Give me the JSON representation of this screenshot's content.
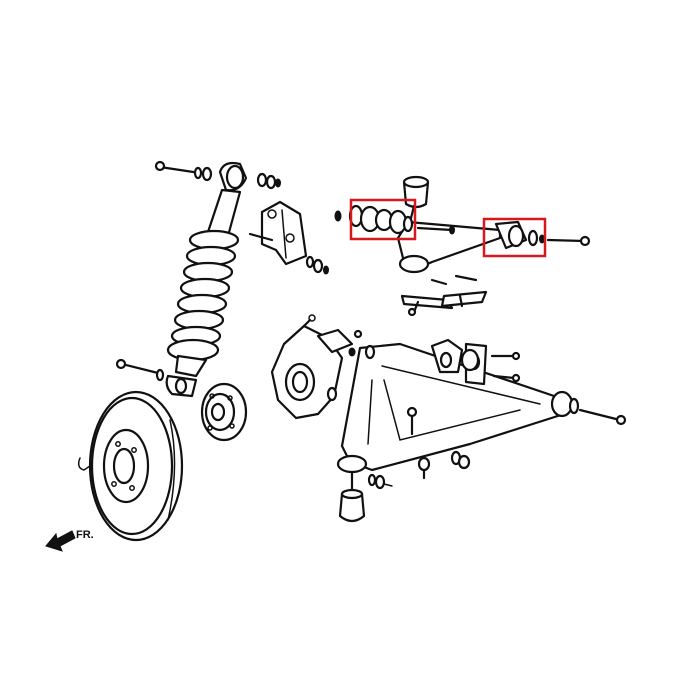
{
  "direction_label": "FR.",
  "colors": {
    "line": "#111111",
    "highlight": "#d7191f",
    "background": "#ffffff"
  },
  "highlighted_parts": [
    "upper-arm-front-bushing",
    "upper-arm-rear-bushing"
  ]
}
